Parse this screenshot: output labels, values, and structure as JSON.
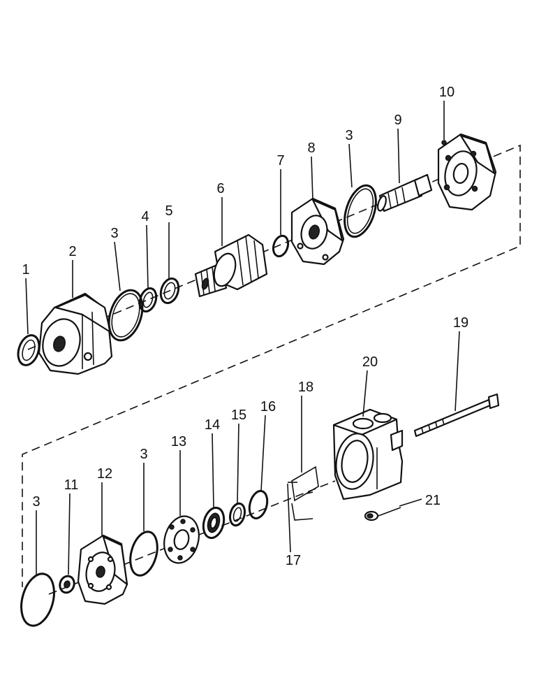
{
  "callouts": [
    "1",
    "2",
    "3",
    "4",
    "5",
    "6",
    "7",
    "8",
    "3",
    "9",
    "10",
    "3",
    "11",
    "12",
    "3",
    "13",
    "14",
    "15",
    "16",
    "18",
    "17",
    "19",
    "20",
    "21"
  ]
}
